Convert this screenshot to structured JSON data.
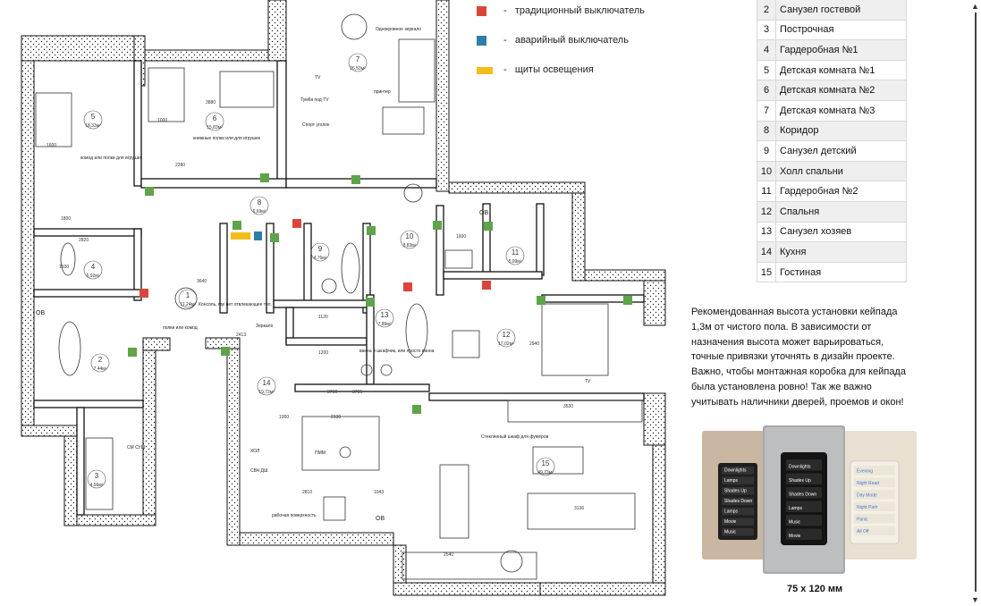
{
  "legend": [
    {
      "color": "#d9463d",
      "label": "традиционный выключатель"
    },
    {
      "color": "#2f7ea6",
      "label": "аварийный выключатель"
    },
    {
      "color": "#f2bd1a",
      "label": "щиты освещения"
    }
  ],
  "legend_dash": "-",
  "room_table": [
    {
      "num": "2",
      "name": "Санузел гостевой"
    },
    {
      "num": "3",
      "name": "Построчная"
    },
    {
      "num": "4",
      "name": "Гардеробная №1"
    },
    {
      "num": "5",
      "name": "Детская комната №1"
    },
    {
      "num": "6",
      "name": "Детская комната №2"
    },
    {
      "num": "7",
      "name": "Детская комната №3"
    },
    {
      "num": "8",
      "name": "Коридор"
    },
    {
      "num": "9",
      "name": "Санузел детский"
    },
    {
      "num": "10",
      "name": "Холл спальни"
    },
    {
      "num": "11",
      "name": "Гардеробная №2"
    },
    {
      "num": "12",
      "name": "Спальня"
    },
    {
      "num": "13",
      "name": "Санузел хозяев"
    },
    {
      "num": "14",
      "name": "Кухня"
    },
    {
      "num": "15",
      "name": "Гостиная"
    }
  ],
  "note": "Рекомендованная высота установки кейпада 1,3м от чистого пола. В зависимости от назначения высота может варьироваться, точные привязки уточнять в дизайн проекте. Важно, чтобы монтажная коробка для кейпада была установлена ровно! Так же важно учитывать наличники дверей, проемов и окон!",
  "device_caption": "75 x 120 мм",
  "keypad_center": [
    "Downlights",
    "Shades Up",
    "Shades Down",
    "Lamps",
    "Music",
    "Movie"
  ],
  "keypad_left": [
    "Downlights",
    "Lamps",
    "Shades Up",
    "Shades Down",
    "Lamps",
    "Movie",
    "Music"
  ],
  "keypad_right": [
    "Evening",
    "Night Read",
    "Day Mode",
    "Night Path",
    "Panic",
    "All Off"
  ],
  "plan": {
    "rooms": [
      {
        "n": "5",
        "a": "18,33м²"
      },
      {
        "n": "6",
        "a": "15,83м²"
      },
      {
        "n": "7",
        "a": "26,53м²"
      },
      {
        "n": "8",
        "a": "6,69м²"
      },
      {
        "n": "4",
        "a": "6,92м²"
      },
      {
        "n": "1",
        "a": "11,24м²"
      },
      {
        "n": "9",
        "a": "4,76м²"
      },
      {
        "n": "10",
        "a": "8,83м²"
      },
      {
        "n": "11",
        "a": "5,09м²"
      },
      {
        "n": "13",
        "a": "7,89м²"
      },
      {
        "n": "12",
        "a": "17,02м²"
      },
      {
        "n": "2",
        "a": "7,44м²"
      },
      {
        "n": "3",
        "a": "4,56м²"
      },
      {
        "n": "14",
        "a": "19,73м²"
      },
      {
        "n": "15",
        "a": "49,73м²"
      }
    ],
    "labels": [
      "Тумба под TV",
      "Спорт уголок",
      "TV",
      "принтер",
      "книжные полки или для игрушек",
      "комод или полки для игрушек",
      "Зеркало",
      "полки или комод",
      "Консоль, где нет отвлекающее тел.",
      "ванна и шкафчик, или просто ванна",
      "Стеклянный шкаф для фужеров",
      "рабочая поверхность",
      "ХОЛ",
      "ПММ",
      "СМ СУШ",
      "СВЧ ДШ",
      "TV",
      "Однокровное зеркало",
      "OB"
    ],
    "dims": [
      "3880",
      "1000",
      "2280",
      "1600",
      "1800",
      "2820",
      "1600",
      "3640",
      "2413",
      "2130",
      "3530",
      "2810",
      "1043",
      "3136",
      "2540",
      "2940",
      "3760",
      "1000",
      "1600",
      "1120",
      "1200",
      "3765"
    ]
  }
}
